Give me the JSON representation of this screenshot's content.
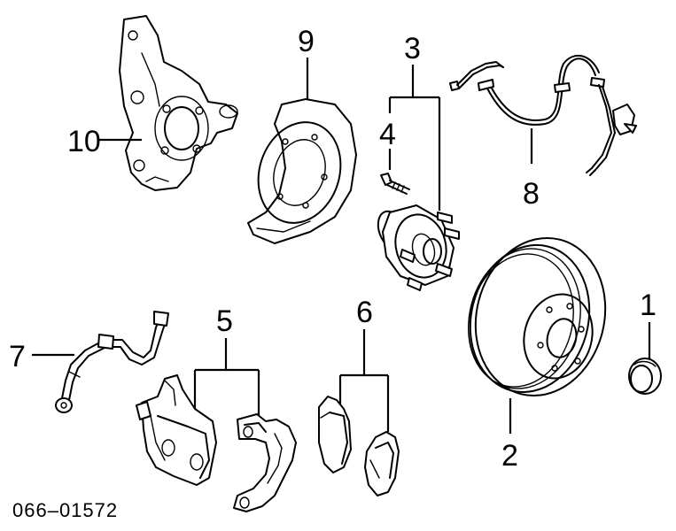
{
  "callouts": {
    "c1": "1",
    "c2": "2",
    "c3": "3",
    "c4": "4",
    "c5": "5",
    "c6": "6",
    "c7": "7",
    "c8": "8",
    "c9": "9",
    "c10": "10"
  },
  "diagram_code": "066–01572"
}
